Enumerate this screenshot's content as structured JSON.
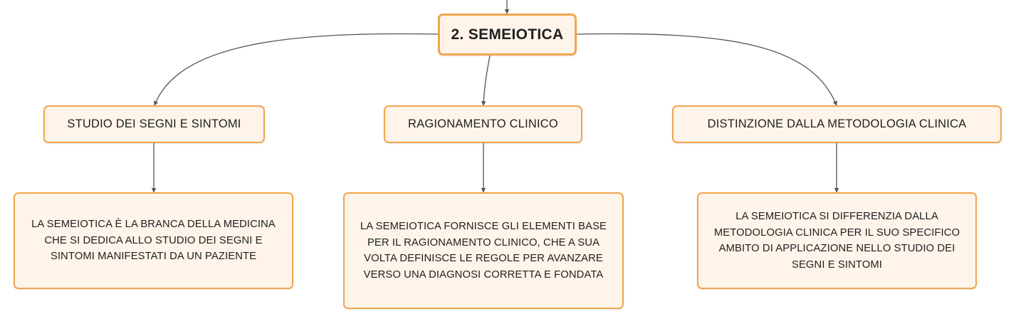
{
  "colors": {
    "node_fill": "#fff4ea",
    "node_border": "#f0a64e",
    "connector": "#555555",
    "text": "#1f1f1f"
  },
  "mindmap": {
    "root": {
      "label": "2. SEMEIOTICA"
    },
    "branches": [
      {
        "label": "STUDIO DEI SEGNI E SINTOMI",
        "detail": "LA SEMEIOTICA È LA BRANCA DELLA MEDICINA CHE SI DEDICA ALLO STUDIO DEI SEGNI E SINTOMI MANIFESTATI DA UN PAZIENTE"
      },
      {
        "label": "RAGIONAMENTO CLINICO",
        "detail": "LA SEMEIOTICA FORNISCE GLI ELEMENTI BASE PER IL RAGIONAMENTO CLINICO, CHE A SUA VOLTA DEFINISCE LE REGOLE PER AVANZARE VERSO UNA DIAGNOSI CORRETTA E FONDATA"
      },
      {
        "label": "DISTINZIONE DALLA METODOLOGIA CLINICA",
        "detail": "LA SEMEIOTICA SI DIFFERENZIA DALLA METODOLOGIA CLINICA PER IL SUO SPECIFICO AMBITO DI APPLICAZIONE NELLO STUDIO DEI SEGNI E SINTOMI"
      }
    ]
  }
}
